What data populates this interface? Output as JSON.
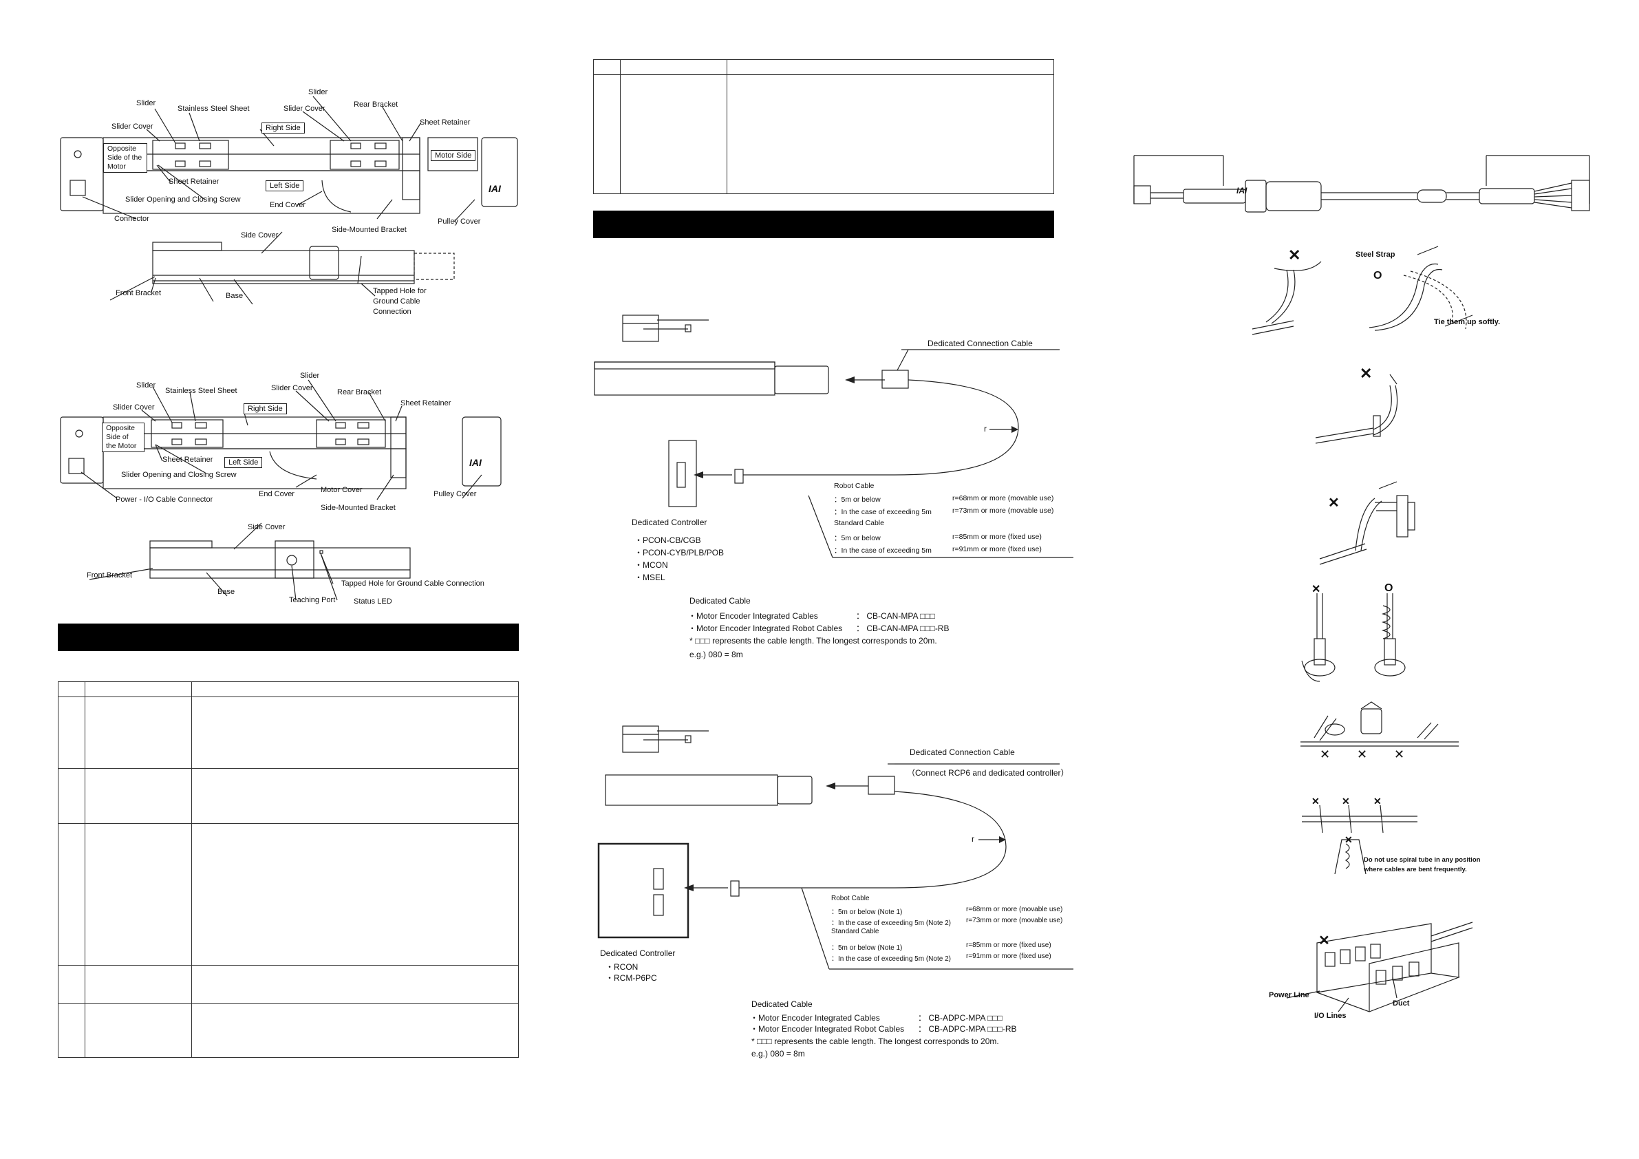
{
  "diagram1": {
    "slider": "Slider",
    "stainless_steel_sheet": "Stainless Steel Sheet",
    "slider_top": "Slider",
    "slider_cover_r": "Slider Cover",
    "rear_bracket": "Rear Bracket",
    "sheet_retainer_r": "Sheet Retainer",
    "slider_cover_l": "Slider Cover",
    "right_side": "Right Side",
    "opposite_side": "Opposite Side of the Motor",
    "motor_side": "Motor Side",
    "sheet_retainer_l": "Sheet Retainer",
    "left_side": "Left Side",
    "slider_screw": "Slider Opening and Closing Screw",
    "end_cover": "End Cover",
    "connector": "Connector",
    "side_mounted_bracket": "Side-Mounted Bracket",
    "pulley_cover": "Pulley Cover",
    "side_cover": "Side Cover",
    "front_bracket": "Front Bracket",
    "base": "Base",
    "tapped_hole": "Tapped Hole for Ground Cable Connection",
    "logo": "IAI"
  },
  "diagram2": {
    "slider": "Slider",
    "stainless_steel_sheet": "Stainless Steel Sheet",
    "slider_top": "Slider",
    "slider_cover_r": "Slider Cover",
    "rear_bracket": "Rear Bracket",
    "right_side": "Right Side",
    "sheet_retainer_r": "Sheet Retainer",
    "slider_cover_l": "Slider Cover",
    "opposite_side": "Opposite Side of the Motor",
    "sheet_retainer_l": "Sheet Retainer",
    "left_side": "Left Side",
    "slider_screw": "Slider Opening and Closing Screw",
    "end_cover": "End Cover",
    "motor_cover": "Motor Cover",
    "power_io": "Power - I/O Cable Connector",
    "side_mounted_bracket": "Side-Mounted Bracket",
    "pulley_cover": "Pulley Cover",
    "side_cover": "Side Cover",
    "front_bracket": "Front Bracket",
    "base": "Base",
    "teaching_port": "Teaching Port",
    "status_led": "Status LED",
    "tapped_hole": "Tapped Hole for Ground Cable Connection",
    "logo": "IAI"
  },
  "wiring1": {
    "dedicated_connection_cable": "Dedicated Connection Cable",
    "r": "r",
    "robot_cable": "Robot Cable",
    "rc_line1_a": "：5m or below",
    "rc_line1_b": "r=68mm or more (movable use)",
    "rc_line2_a": "：In the case of exceeding 5m",
    "rc_line2_b": "r=73mm or more (movable use)",
    "standard_cable": "Standard Cable",
    "sc_line1_a": "：5m or below",
    "sc_line1_b": "r=85mm or more (fixed use)",
    "sc_line2_a": "：In the case of exceeding 5m",
    "sc_line2_b": "r=91mm or more (fixed use)",
    "dedicated_controller": "Dedicated Controller",
    "controllers": [
      "・PCON-CB/CGB",
      "・PCON-CYB/PLB/POB",
      "・MCON",
      "・MSEL"
    ],
    "dedicated_cable": "Dedicated Cable",
    "cable1_a": "・Motor Encoder Integrated Cables",
    "cable1_b": "：  CB-CAN-MPA  □□□",
    "cable2_a": "・Motor Encoder Integrated Robot Cables",
    "cable2_b": "：  CB-CAN-MPA  □□□-RB",
    "note": "*  □□□ represents the cable length. The longest corresponds to 20m.",
    "example": "e.g.) 080 = 8m"
  },
  "wiring2": {
    "dedicated_connection_cable": "Dedicated Connection Cable",
    "connect_note": "（Connect RCP6 and dedicated controller）",
    "r": "r",
    "robot_cable": "Robot Cable",
    "rc_line1_a": "：5m or below (Note 1)",
    "rc_line1_b": "r=68mm or more (movable use)",
    "rc_line2_a": "：In the case of exceeding 5m (Note 2)",
    "rc_line2_b": "r=73mm or more (movable use)",
    "standard_cable": "Standard Cable",
    "sc_line1_a": "：5m or below (Note 1)",
    "sc_line1_b": "r=85mm or more (fixed use)",
    "sc_line2_a": "：In the case of exceeding 5m (Note 2)",
    "sc_line2_b": "r=91mm or more (fixed use)",
    "dedicated_controller": "Dedicated Controller",
    "controllers": [
      "・RCON",
      "・RCM-P6PC"
    ],
    "dedicated_cable": "Dedicated Cable",
    "cable1_a": "・Motor Encoder Integrated Cables",
    "cable1_b": "： CB-ADPC-MPA  □□□",
    "cable2_a": "・Motor Encoder Integrated Robot Cables",
    "cable2_b": "： CB-ADPC-MPA  □□□-RB",
    "note": "*  □□□ represents the cable length. The longest corresponds to 20m.",
    "example": "e.g.) 080 = 8m"
  },
  "cable_handling": {
    "steel_strap": "Steel Strap",
    "tie_softly": "Tie them up softly.",
    "x_mark": "✕",
    "o_mark": "O",
    "spiral_note_1": "Do not use spiral tube in any position",
    "spiral_note_2": "where cables are bent frequently.",
    "power_line": "Power Line",
    "io_lines": "I/O Lines",
    "duct": "Duct",
    "logo": "IAI"
  }
}
